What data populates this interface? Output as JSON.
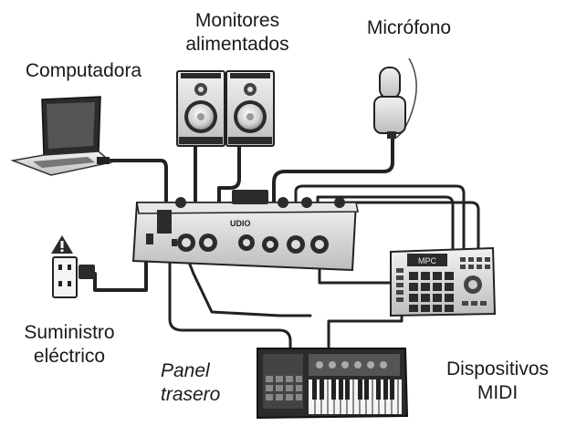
{
  "labels": {
    "monitors": [
      "Monitores",
      "alimentados"
    ],
    "microphone": "Micrófono",
    "computer": "Computadora",
    "power": [
      "Suministro",
      "eléctrico"
    ],
    "rear_panel": [
      "Panel",
      "trasero"
    ],
    "midi": [
      "Dispositivos",
      "MIDI"
    ]
  },
  "device_text": {
    "interface_logo": "UDIO",
    "mpc_screen": "MPC"
  },
  "icons": [
    "laptop-icon",
    "speaker-icon",
    "microphone-icon",
    "power-outlet-icon",
    "warning-icon",
    "audio-interface-icon",
    "mpc-controller-icon",
    "midi-keyboard-icon"
  ],
  "colors": {
    "ink": "#1a1a1a",
    "cable": "#222222",
    "light_fill": "#e6e6e6",
    "dark_fill": "#2b2b2b"
  }
}
